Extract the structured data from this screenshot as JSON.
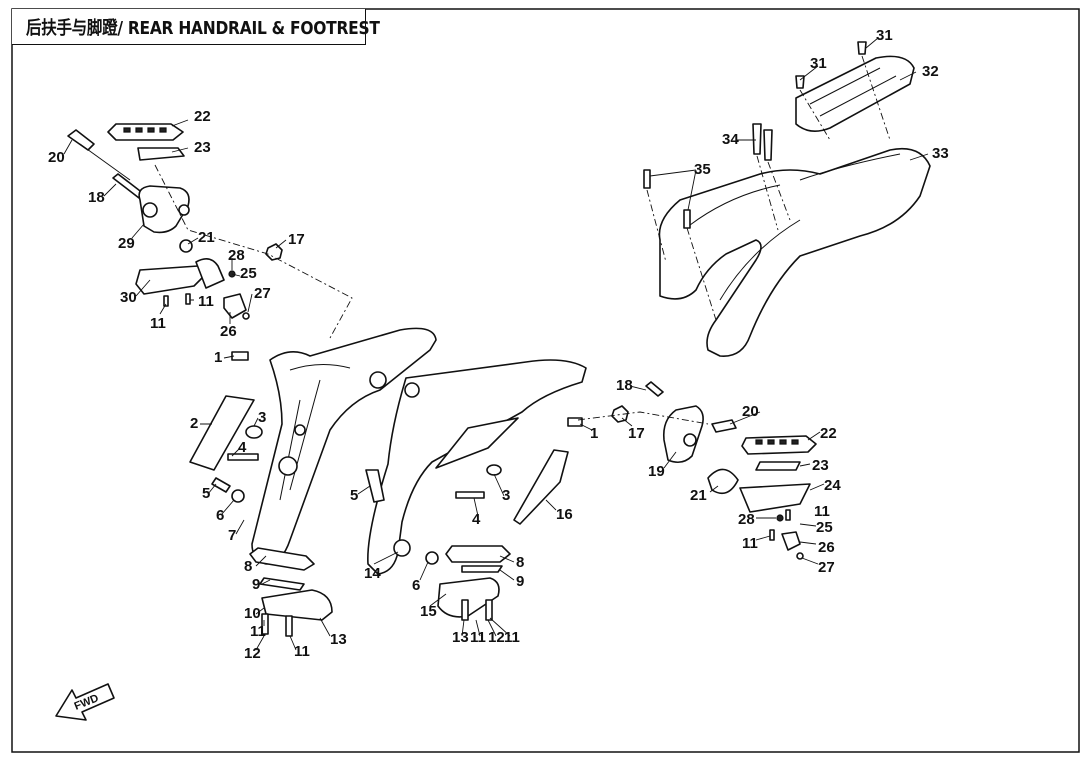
{
  "title": "后扶手与脚蹬/ REAR HANDRAIL & FOOTREST",
  "fwd_label": "FWD",
  "callouts": [
    {
      "id": "c20a",
      "label": "20"
    },
    {
      "id": "c22a",
      "label": "22"
    },
    {
      "id": "c23a",
      "label": "23"
    },
    {
      "id": "c18a",
      "label": "18"
    },
    {
      "id": "c29",
      "label": "29"
    },
    {
      "id": "c21a",
      "label": "21"
    },
    {
      "id": "c17a",
      "label": "17"
    },
    {
      "id": "c28a",
      "label": "28"
    },
    {
      "id": "c25a",
      "label": "25"
    },
    {
      "id": "c27a",
      "label": "27"
    },
    {
      "id": "c30",
      "label": "30"
    },
    {
      "id": "c11a",
      "label": "11"
    },
    {
      "id": "c11b",
      "label": "11"
    },
    {
      "id": "c26a",
      "label": "26"
    },
    {
      "id": "c31a",
      "label": "31"
    },
    {
      "id": "c31b",
      "label": "31"
    },
    {
      "id": "c32",
      "label": "32"
    },
    {
      "id": "c34",
      "label": "34"
    },
    {
      "id": "c33",
      "label": "33"
    },
    {
      "id": "c35",
      "label": "35"
    },
    {
      "id": "c1a",
      "label": "1"
    },
    {
      "id": "c2",
      "label": "2"
    },
    {
      "id": "c3a",
      "label": "3"
    },
    {
      "id": "c4a",
      "label": "4"
    },
    {
      "id": "c5a",
      "label": "5"
    },
    {
      "id": "c6a",
      "label": "6"
    },
    {
      "id": "c7",
      "label": "7"
    },
    {
      "id": "c8a",
      "label": "8"
    },
    {
      "id": "c9a",
      "label": "9"
    },
    {
      "id": "c10",
      "label": "10"
    },
    {
      "id": "c11c",
      "label": "11"
    },
    {
      "id": "c12a",
      "label": "12"
    },
    {
      "id": "c11d",
      "label": "11"
    },
    {
      "id": "c13a",
      "label": "13"
    },
    {
      "id": "c1b",
      "label": "1"
    },
    {
      "id": "c17b",
      "label": "17"
    },
    {
      "id": "c5b",
      "label": "5"
    },
    {
      "id": "c3b",
      "label": "3"
    },
    {
      "id": "c4b",
      "label": "4"
    },
    {
      "id": "c16",
      "label": "16"
    },
    {
      "id": "c14",
      "label": "14"
    },
    {
      "id": "c6b",
      "label": "6"
    },
    {
      "id": "c8b",
      "label": "8"
    },
    {
      "id": "c9b",
      "label": "9"
    },
    {
      "id": "c15",
      "label": "15"
    },
    {
      "id": "c13b",
      "label": "13"
    },
    {
      "id": "c11e",
      "label": "11"
    },
    {
      "id": "c12b",
      "label": "12"
    },
    {
      "id": "c11f",
      "label": "11"
    },
    {
      "id": "c18b",
      "label": "18"
    },
    {
      "id": "c20b",
      "label": "20"
    },
    {
      "id": "c22b",
      "label": "22"
    },
    {
      "id": "c19",
      "label": "19"
    },
    {
      "id": "c23b",
      "label": "23"
    },
    {
      "id": "c24",
      "label": "24"
    },
    {
      "id": "c21b",
      "label": "21"
    },
    {
      "id": "c11g",
      "label": "11"
    },
    {
      "id": "c28b",
      "label": "28"
    },
    {
      "id": "c25b",
      "label": "25"
    },
    {
      "id": "c11h",
      "label": "11"
    },
    {
      "id": "c26b",
      "label": "26"
    },
    {
      "id": "c27b",
      "label": "27"
    }
  ]
}
